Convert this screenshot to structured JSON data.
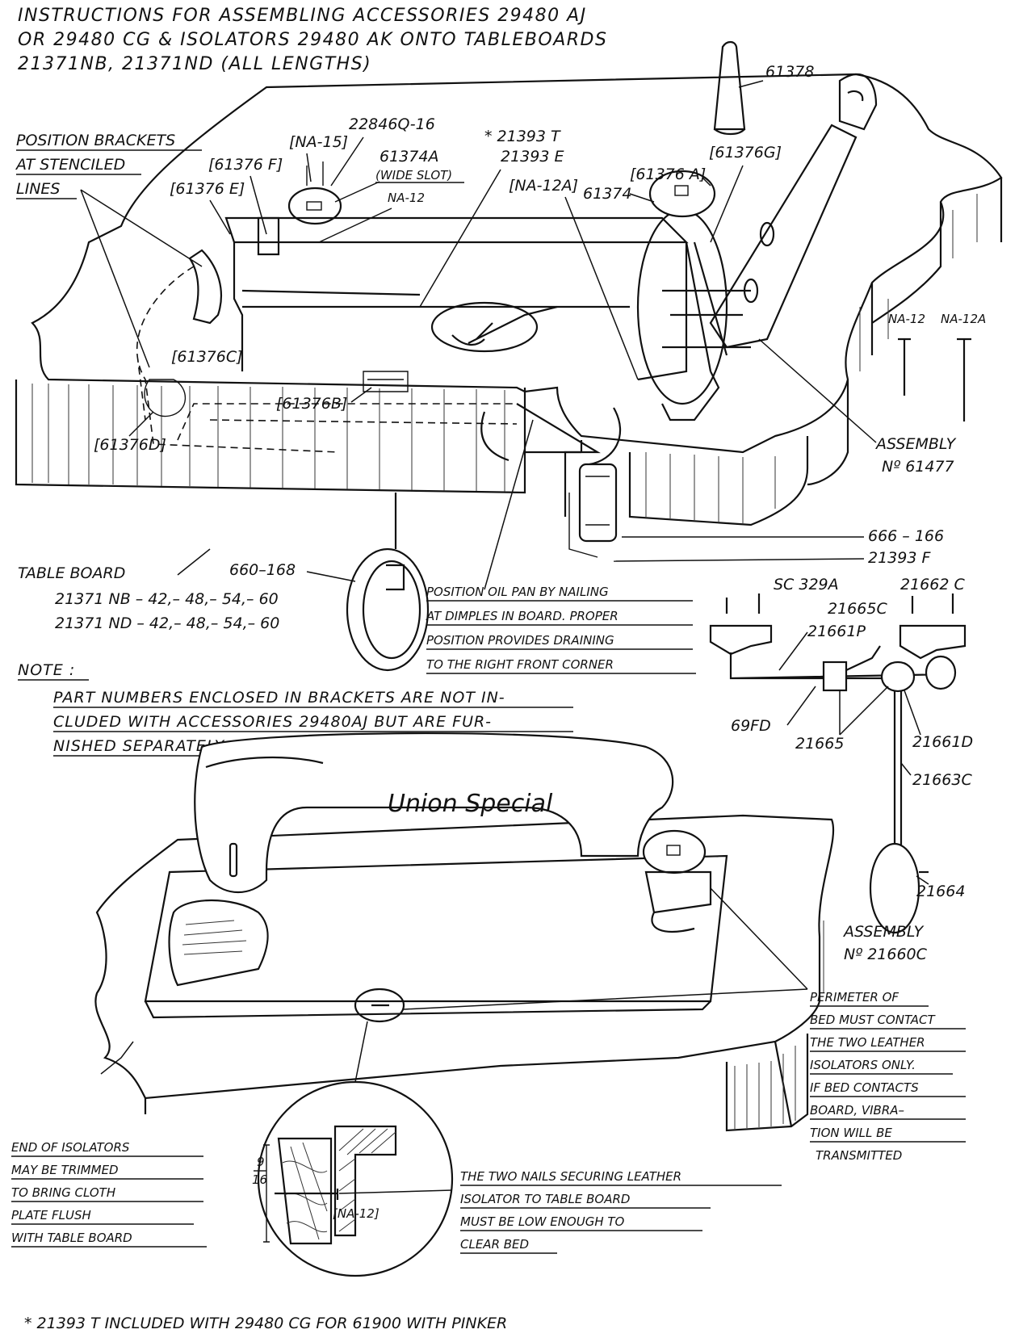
{
  "title_lines": [
    "INSTRUCTIONS FOR ASSEMBLING ACCESSORIES 29480 AJ",
    "OR 29480 CG & ISOLATORS 29480 AK ONTO TABLEBOARDS",
    "21371NB, 21371ND (ALL LENGTHS)"
  ],
  "callouts": {
    "p61378": "61378",
    "p22846q16": "22846Q-16",
    "p21393t": "* 21393 T",
    "p21393e": "21393 E",
    "pna15": "[NA-15]",
    "p61376f": "[61376 F]",
    "p61376e": "[61376 E]",
    "p61374a": "61374A",
    "wide_slot": "(WIDE SLOT)",
    "pna12_top": "NA-12",
    "pna12a_top": "[NA-12A]",
    "p61374": "61374",
    "p61376g": "[61376G]",
    "p61376a": "[61376 A]",
    "p61376c": "[61376C]",
    "p61376b": "[61376B]",
    "p61376d": "[61376D]",
    "nail_na12": "NA-12",
    "nail_na12a": "NA-12A",
    "assembly_61477_1": "ASSEMBLY",
    "assembly_61477_2": "Nº 61477",
    "p666_166": "666 – 166",
    "p21393f": "21393 F",
    "p660_168": "660–168",
    "p_sc329a": "SC 329A",
    "p21662c": "21662 C",
    "p21665c": "21665C",
    "p21661p": "21661P",
    "p69fd": "69FD",
    "p21665": "21665",
    "p21661d": "21661D",
    "p21663c": "21663C",
    "p21664": "21664",
    "assembly_21660c_1": "ASSEMBLY",
    "assembly_21660c_2": "Nº 21660C",
    "na12_detail": "[NA-12]",
    "frac_num": "9",
    "frac_den": "16",
    "brand": "Union Special"
  },
  "position_brackets": [
    "POSITION BRACKETS",
    "AT STENCILED",
    "LINES"
  ],
  "table_board": [
    "TABLE BOARD",
    "21371 NB – 42,– 48,– 54,– 60",
    "21371 ND – 42,– 48,– 54,– 60"
  ],
  "oil_pan_note": [
    "POSITION OIL PAN BY NAILING",
    "AT DIMPLES IN BOARD. PROPER",
    "POSITION PROVIDES DRAINING",
    "TO THE RIGHT FRONT CORNER"
  ],
  "note_heading": "NOTE :",
  "note_lines": [
    "PART NUMBERS ENCLOSED IN BRACKETS ARE NOT IN-",
    "CLUDED WITH ACCESSORIES 29480AJ BUT ARE FUR-",
    "NISHED SEPARATELY AS 29480 AK."
  ],
  "perimeter_note": [
    "PERIMETER OF",
    "BED MUST CONTACT",
    "THE TWO LEATHER",
    "ISOLATORS ONLY.",
    "IF BED CONTACTS",
    "BOARD, VIBRA–",
    "TION WILL BE",
    "TRANSMITTED"
  ],
  "end_note": [
    "END OF ISOLATORS",
    "MAY BE TRIMMED",
    "TO BRING CLOTH",
    "PLATE FLUSH",
    "WITH TABLE BOARD"
  ],
  "nails_note": [
    "THE TWO NAILS SECURING LEATHER",
    "ISOLATOR TO TABLE BOARD",
    "MUST BE LOW ENOUGH TO",
    "CLEAR BED"
  ],
  "footnote": "* 21393 T INCLUDED WITH 29480 CG FOR 61900 WITH PINKER"
}
